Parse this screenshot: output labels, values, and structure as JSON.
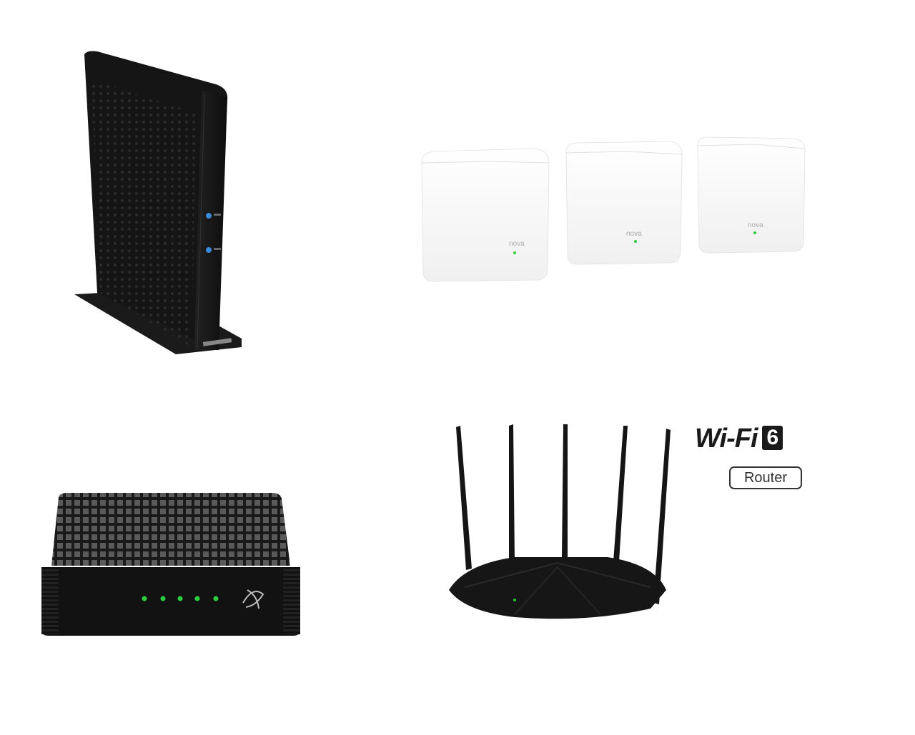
{
  "products": [
    {
      "id": "cable-modem",
      "kind": "vertical-modem",
      "leds": 2
    },
    {
      "id": "mesh-system",
      "kind": "mesh-nodes",
      "units": 3
    },
    {
      "id": "gateway",
      "kind": "box-router",
      "leds": 5
    },
    {
      "id": "wifi6-router",
      "kind": "antenna-router",
      "antennas": 5,
      "headline": "Wi-Fi",
      "headline_number": "6",
      "badge": "Router"
    }
  ],
  "colors": {
    "device_black": "#161616",
    "mesh_white": "#fafafa",
    "led_blue": "#3b8bdc",
    "led_green": "#2ecc40"
  }
}
